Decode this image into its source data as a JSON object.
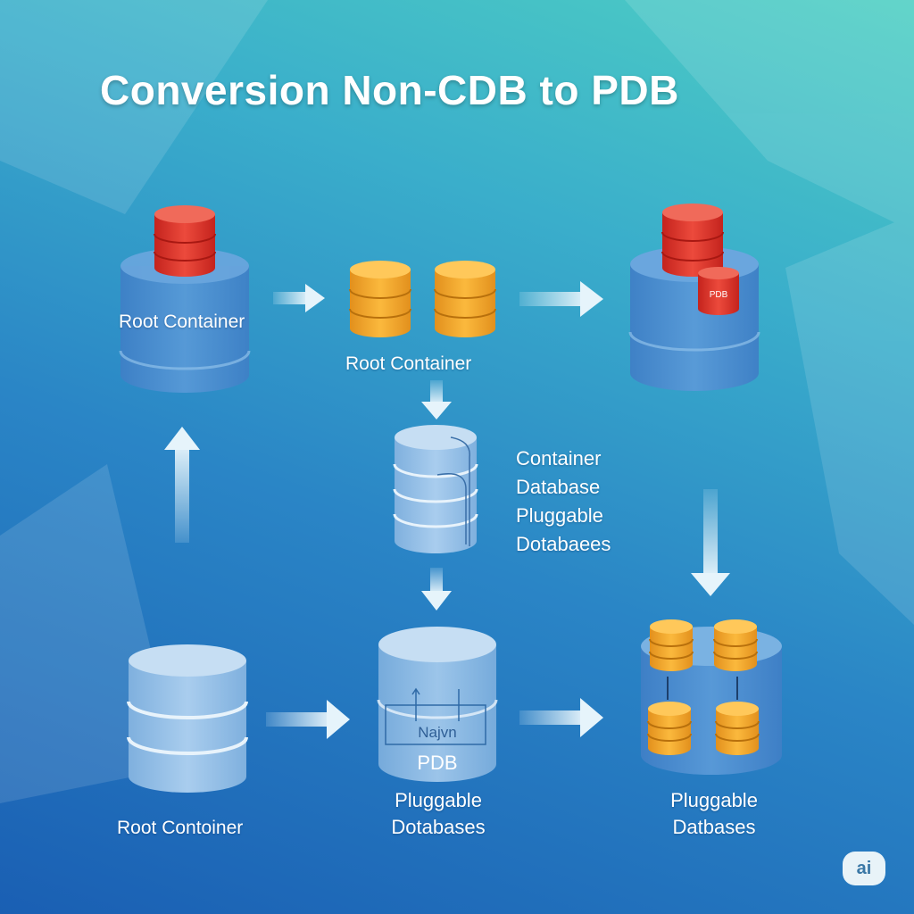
{
  "title": "Conversion Non-CDB to PDB",
  "labels": {
    "top_left": "Root Container",
    "top_middle": "Root Container",
    "middle_desc": [
      "Container",
      "Database",
      "Pluggable",
      "Dotabaees"
    ],
    "bottom_left": "Root Contoiner",
    "pdb_inner_text": "Najvn",
    "pdb_label": "PDB",
    "bottom_middle": [
      "Pluggable",
      "Dotabases"
    ],
    "bottom_right": [
      "Pluggable",
      "Datbases"
    ],
    "top_right_chip": "PDB"
  },
  "badge": "ai",
  "colors": {
    "bg_top": "#4ecfc3",
    "bg_bottom": "#1a5fb3",
    "cylinder_blue": "#4a8fd0",
    "cylinder_light": "#9cc6e8",
    "db_red": "#d9322b",
    "db_orange": "#f0a52c",
    "arrow": "#e6f4fb"
  },
  "icons": [
    "database-stack-icon",
    "arrow-icon"
  ]
}
